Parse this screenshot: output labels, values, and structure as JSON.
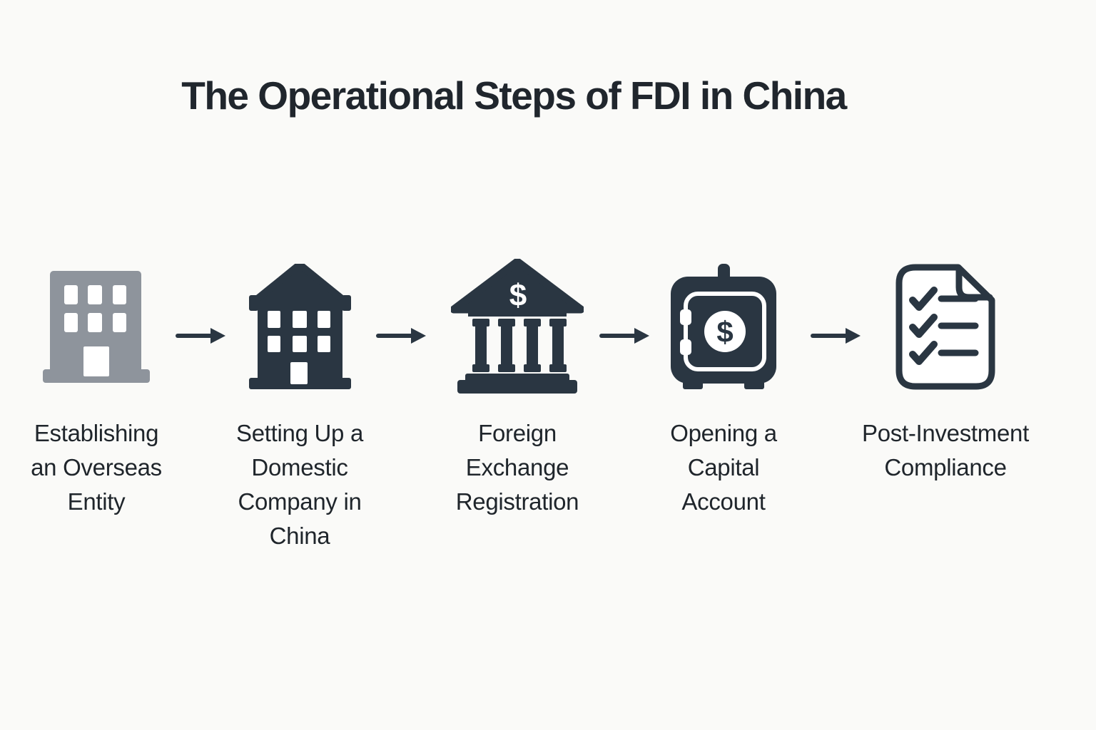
{
  "title": "The Operational Steps of FDI in China",
  "colors": {
    "background": "#FAFAF8",
    "icon_dark": "#2A3642",
    "icon_gray": "#8E949C",
    "icon_white": "#FFFFFF",
    "title_text": "#20262D",
    "label_text": "#1F252B"
  },
  "steps": [
    {
      "icon": "office-building-icon",
      "label": "Establishing\nan Overseas\nEntity"
    },
    {
      "icon": "house-icon",
      "label": "Setting Up a\nDomestic\nCompany in\nChina"
    },
    {
      "icon": "bank-icon",
      "symbol": "$",
      "label": "Foreign\nExchange\nRegistration"
    },
    {
      "icon": "safe-icon",
      "symbol": "$",
      "label": "Opening a\nCapital\nAccount"
    },
    {
      "icon": "checklist-document-icon",
      "label": "Post-Investment\nCompliance"
    }
  ],
  "arrow_icon": "right-arrow-icon"
}
